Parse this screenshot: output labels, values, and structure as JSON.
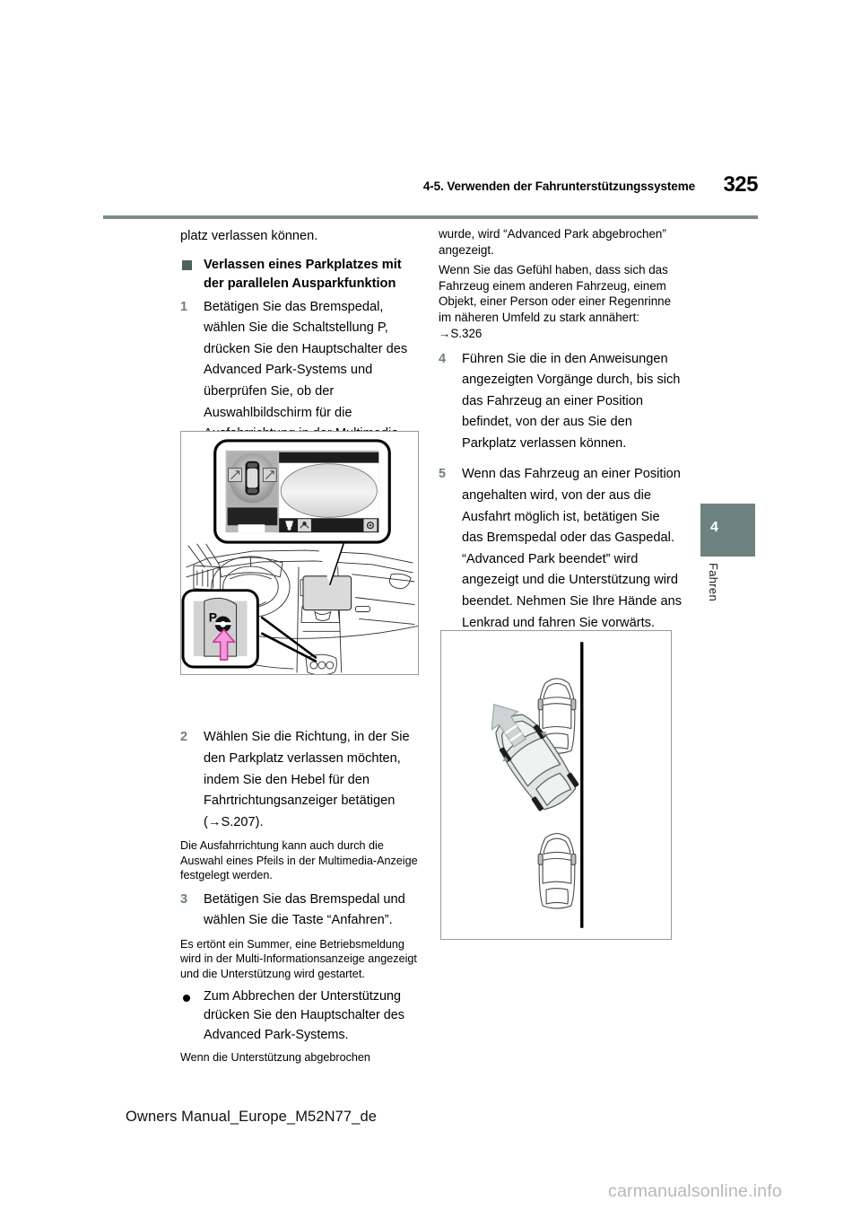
{
  "header": {
    "section_title": "4-5. Verwenden der Fahrunterstützungssysteme",
    "page_number": "325",
    "rule_color": "#7b8c8c"
  },
  "chapter_tab": {
    "number": "4",
    "label": "Fahren",
    "color": "#6e8281"
  },
  "left_column": {
    "continued_line": "platz verlassen können.",
    "section_heading": "Verlassen eines Parkplatzes mit der parallelen Ausparkfunktion",
    "step1": {
      "number": "1",
      "text": "Betätigen Sie das Bremspedal, wählen Sie die Schaltstellung P, drücken Sie den Hauptschalter des Advanced Park-Systems und überprüfen Sie, ob der Auswahlbildschirm für die Ausfahrrichtung in der Multimedia-Anzeige angezeigt wird."
    },
    "step2": {
      "number": "2",
      "text": "Wählen Sie die Richtung, in der Sie den Parkplatz verlassen möchten, indem Sie den Hebel für den Fahrtrichtungsanzeiger betätigen (→S.207)."
    },
    "note_after_step2": "Die Ausfahrrichtung kann auch durch die Auswahl eines Pfeils in der Multimedia-Anzeige festgelegt werden.",
    "step3": {
      "number": "3",
      "text": "Betätigen Sie das Bremspedal und wählen Sie die Taste “Anfahren”."
    },
    "note_after_step3": "Es ertönt ein Summer, eine Betriebsmeldung wird in der Multi-Informationsanzeige angezeigt und die Unterstützung wird gestartet.",
    "bullet1": "Zum Abbrechen der Unterstützung drücken Sie den Hauptschalter des Advanced Park-Systems.",
    "trailing_note": "Wenn die Unterstützung abgebrochen"
  },
  "right_column": {
    "continued_note": "wurde, wird “Advanced Park abgebrochen” angezeigt.",
    "warning_note": "Wenn Sie das Gefühl haben, dass sich das Fahrzeug einem anderen Fahrzeug, einem Objekt, einer Person oder einer Regenrinne im näheren Umfeld zu stark annähert:",
    "cross_reference": "→S.326",
    "step4": {
      "number": "4",
      "text": "Führen Sie die in den Anweisungen angezeigten Vorgänge durch, bis sich das Fahrzeug an einer Position befindet, von der aus Sie den Parkplatz verlassen können."
    },
    "step5": {
      "number": "5",
      "text": "Wenn das Fahrzeug an einer Position angehalten wird, von der aus die Ausfahrt möglich ist, betätigen Sie das Bremspedal oder das Gaspedal. “Advanced Park beendet” wird angezeigt und die Unterstützung wird beendet. Nehmen Sie Ihre Hände ans Lenkrad und fahren Sie vorwärts."
    }
  },
  "figures": {
    "dashboard": {
      "name": "Fahrzeug-Armaturenbrett mit Multimedia-Anzeige",
      "callout_label": "P",
      "arrow_color": "#f09ad8"
    },
    "parking": {
      "name": "Fahrzeug verlässt Parallel-Parklücke"
    }
  },
  "footer": {
    "document_id": "Owners Manual_Europe_M52N77_de",
    "watermark": "carmanualsonline.info"
  }
}
